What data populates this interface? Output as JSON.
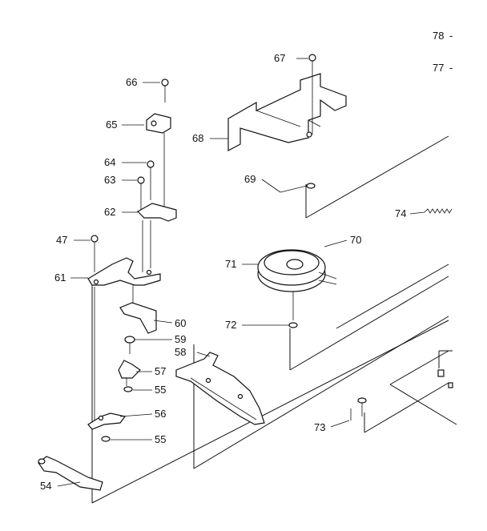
{
  "diagram": {
    "labels": {
      "p78": "78",
      "p77": "77",
      "p67": "67",
      "p66": "66",
      "p65": "65",
      "p68": "68",
      "p64": "64",
      "p63": "63",
      "p69": "69",
      "p62": "62",
      "p74": "74",
      "p47": "47",
      "p70": "70",
      "p71": "71",
      "p61": "61",
      "p60": "60",
      "p72": "72",
      "p59": "59",
      "p58": "58",
      "p57": "57",
      "p55a": "55",
      "p56": "56",
      "p73": "73",
      "p55b": "55",
      "p54": "54"
    }
  }
}
